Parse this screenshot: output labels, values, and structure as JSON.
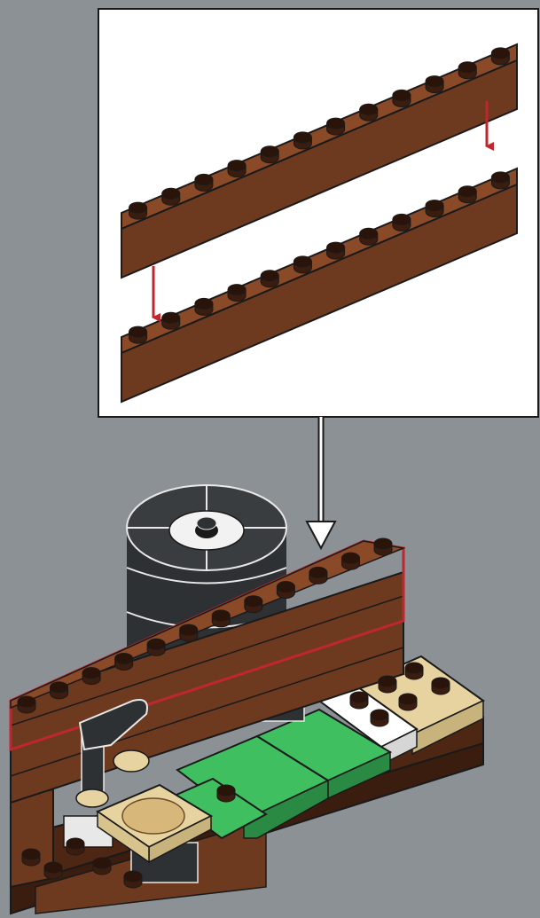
{
  "diagram": {
    "kind": "brick-building-instruction-step",
    "background_color": "#8c9196",
    "callout_background": "#ffffff",
    "brick_color": "#6e3a1f",
    "highlight_outline_color": "#c0272d",
    "placement_arrow_color": "#c0272d",
    "flow_arrow_color": "#ffffff",
    "green_tile_color": "#3fbf5f",
    "tan_tile_color": "#e6d3a0",
    "dark_drum_color": "#2e3134",
    "callout": {
      "bricks": [
        {
          "name": "brick-1x12-top",
          "length_studs": 12
        },
        {
          "name": "brick-1x12-bottom",
          "length_studs": 12
        }
      ],
      "placement_arrows": 2
    },
    "assembly": {
      "new_bricks_highlighted": 2,
      "front_wall_studs_visible": 12
    }
  }
}
